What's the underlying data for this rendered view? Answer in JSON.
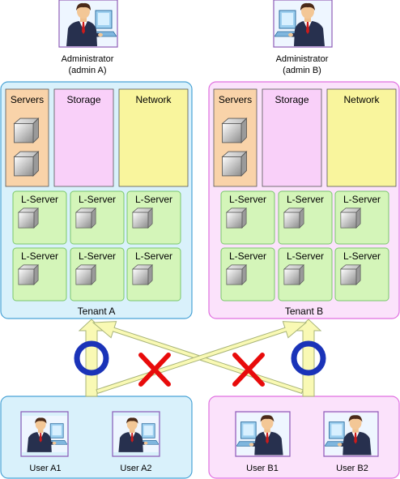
{
  "admins": [
    {
      "line1": "Administrator",
      "line2": "(admin A)"
    },
    {
      "line1": "Administrator",
      "line2": "(admin B)"
    }
  ],
  "tenants": [
    {
      "label": "Tenant A",
      "resources": {
        "servers": "Servers",
        "storage": "Storage",
        "network": "Network"
      },
      "lservers": [
        {
          "label": "L-Server",
          "router": true
        },
        {
          "label": "L-Server",
          "router": false
        },
        {
          "label": "L-Server",
          "router": false
        },
        {
          "label": "L-Server",
          "router": true
        },
        {
          "label": "L-Server",
          "router": false
        },
        {
          "label": "L-Server",
          "router": false
        }
      ]
    },
    {
      "label": "Tenant B",
      "resources": {
        "servers": "Servers",
        "storage": "Storage",
        "network": "Network"
      },
      "lservers": [
        {
          "label": "L-Server",
          "router": true
        },
        {
          "label": "L-Server",
          "router": false
        },
        {
          "label": "L-Server",
          "router": false
        },
        {
          "label": "L-Server",
          "router": true
        },
        {
          "label": "L-Server",
          "router": false
        },
        {
          "label": "L-Server",
          "router": false
        }
      ]
    }
  ],
  "users": [
    {
      "label": "User A1"
    },
    {
      "label": "User A2"
    },
    {
      "label": "User B1"
    },
    {
      "label": "User B2"
    }
  ],
  "access": {
    "allowed_symbol": "O",
    "denied_symbol": "X"
  },
  "colors": {
    "tenant_a_fill": "#d9f1fb",
    "tenant_a_stroke": "#4aa3d6",
    "tenant_b_fill": "#fbe2fb",
    "tenant_b_stroke": "#e070e0",
    "servers_fill": "#f9d3a9",
    "storage_fill": "#f9d0f9",
    "network_fill": "#f9f59d",
    "lserver_fill": "#d4f5b9",
    "lserver_stroke": "#7ac86c",
    "arrow_fill": "#f9f9b4",
    "arrow_stroke": "#a8b478",
    "circle": "#1a33b8",
    "cross": "#e80b0b"
  }
}
